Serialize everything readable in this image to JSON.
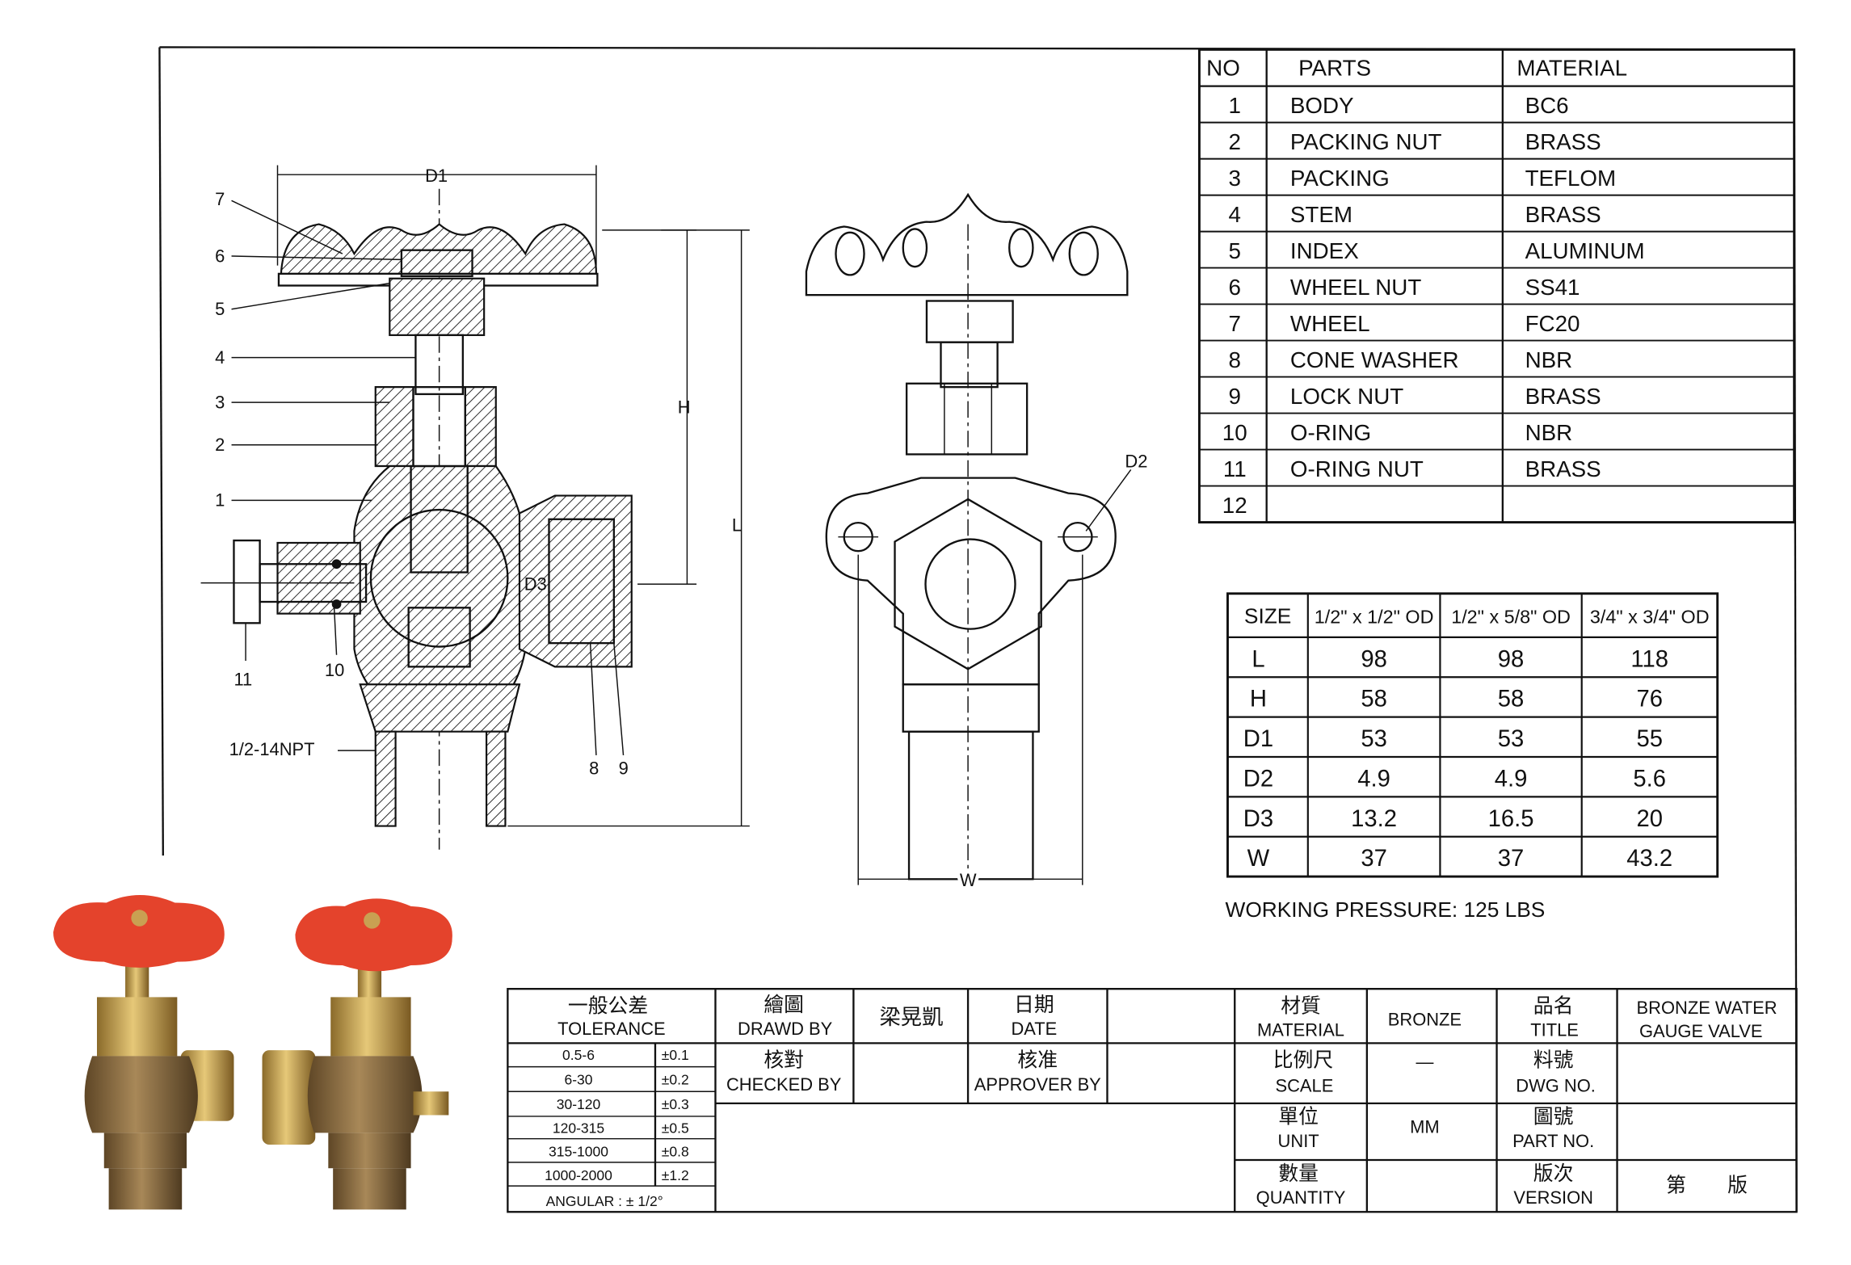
{
  "parts_table": {
    "headers": {
      "no": "NO",
      "parts": "PARTS",
      "material": "MATERIAL"
    },
    "rows": [
      {
        "no": "1",
        "part": "BODY",
        "material": "BC6"
      },
      {
        "no": "2",
        "part": "PACKING NUT",
        "material": "BRASS"
      },
      {
        "no": "3",
        "part": "PACKING",
        "material": "TEFLOM"
      },
      {
        "no": "4",
        "part": "STEM",
        "material": "BRASS"
      },
      {
        "no": "5",
        "part": "INDEX",
        "material": "ALUMINUM"
      },
      {
        "no": "6",
        "part": "WHEEL NUT",
        "material": "SS41"
      },
      {
        "no": "7",
        "part": "WHEEL",
        "material": "FC20"
      },
      {
        "no": "8",
        "part": "CONE WASHER",
        "material": "NBR"
      },
      {
        "no": "9",
        "part": "LOCK NUT",
        "material": "BRASS"
      },
      {
        "no": "10",
        "part": "O-RING",
        "material": "NBR"
      },
      {
        "no": "11",
        "part": "O-RING NUT",
        "material": "BRASS"
      },
      {
        "no": "12",
        "part": "",
        "material": ""
      }
    ]
  },
  "dimension_table": {
    "headers": [
      "SIZE",
      "1/2\" x 1/2\" OD",
      "1/2\" x 5/8\" OD",
      "3/4\" x 3/4\" OD"
    ],
    "rows": [
      {
        "label": "L",
        "values": [
          "98",
          "98",
          "118"
        ]
      },
      {
        "label": "H",
        "values": [
          "58",
          "58",
          "76"
        ]
      },
      {
        "label": "D1",
        "values": [
          "53",
          "53",
          "55"
        ]
      },
      {
        "label": "D2",
        "values": [
          "4.9",
          "4.9",
          "5.6"
        ]
      },
      {
        "label": "D3",
        "values": [
          "13.2",
          "16.5",
          "20"
        ]
      },
      {
        "label": "W",
        "values": [
          "37",
          "37",
          "43.2"
        ]
      }
    ]
  },
  "working_pressure": "WORKING PRESSURE: 125 LBS",
  "drawing_labels": {
    "d1": "D1",
    "h": "H",
    "l": "L",
    "d3": "D3",
    "d2": "D2",
    "w": "W",
    "callouts": [
      "7",
      "6",
      "5",
      "4",
      "3",
      "2",
      "1"
    ],
    "n11": "11",
    "n10": "10",
    "n8": "8",
    "n9": "9",
    "thread": "1/2-14NPT"
  },
  "title_block": {
    "tolerance_zh": "一般公差",
    "tolerance_en": "TOLERANCE",
    "tolerances": [
      {
        "range": "0.5-6",
        "tol": "±0.1"
      },
      {
        "range": "6-30",
        "tol": "±0.2"
      },
      {
        "range": "30-120",
        "tol": "±0.3"
      },
      {
        "range": "120-315",
        "tol": "±0.5"
      },
      {
        "range": "315-1000",
        "tol": "±0.8"
      },
      {
        "range": "1000-2000",
        "tol": "±1.2"
      }
    ],
    "angular": "ANGULAR : ± 1/2°",
    "drawn_by_zh": "繪圖",
    "drawn_by_en": "DRAWD BY",
    "drawn_by_value": "梁晃凱",
    "date_zh": "日期",
    "date_en": "DATE",
    "checked_by_zh": "核對",
    "checked_by_en": "CHECKED BY",
    "approver_zh": "核准",
    "approver_en": "APPROVER BY",
    "material_zh": "材質",
    "material_en": "MATERIAL",
    "material_value": "BRONZE",
    "scale_zh": "比例尺",
    "scale_en": "SCALE",
    "scale_value": "—",
    "unit_zh": "單位",
    "unit_en": "UNIT",
    "unit_value": "MM",
    "quantity_zh": "數量",
    "quantity_en": "QUANTITY",
    "title_zh": "品名",
    "title_en": "TITLE",
    "title_value_1": "BRONZE WATER",
    "title_value_2": "GAUGE VALVE",
    "dwg_zh": "料號",
    "dwg_en": "DWG NO.",
    "part_zh": "圖號",
    "part_en": "PART NO.",
    "version_zh": "版次",
    "version_en": "VERSION",
    "version_value_1": "第",
    "version_value_2": "版"
  },
  "colors": {
    "wheel_red": "#e4432c",
    "brass": "#c9a052",
    "bronze": "#8b6b3c"
  }
}
